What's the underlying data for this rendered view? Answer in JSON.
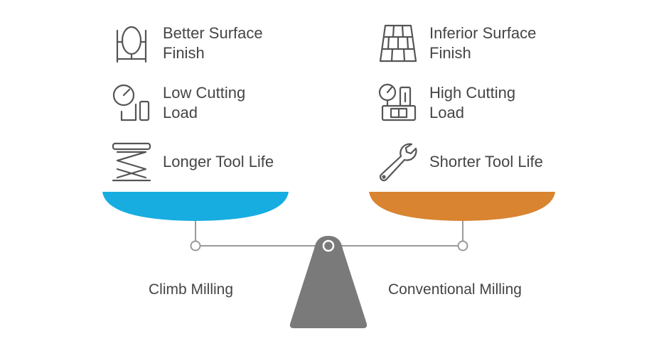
{
  "left": {
    "name": "Climb Milling",
    "color": "#17ade0",
    "items": [
      {
        "icon": "mirror-icon",
        "line1": "Better Surface",
        "line2": "Finish"
      },
      {
        "icon": "gauge-low-load-icon",
        "line1": "Low Cutting",
        "line2": "Load"
      },
      {
        "icon": "scissor-lift-icon",
        "line1": "Longer Tool Life",
        "line2": ""
      }
    ]
  },
  "right": {
    "name": "Conventional Milling",
    "color": "#d98430",
    "items": [
      {
        "icon": "brick-wall-icon",
        "line1": "Inferior Surface",
        "line2": "Finish"
      },
      {
        "icon": "gauge-high-load-icon",
        "line1": "High Cutting",
        "line2": "Load"
      },
      {
        "icon": "wrench-icon",
        "line1": "Shorter Tool Life",
        "line2": ""
      }
    ]
  },
  "colors": {
    "fulcrum": "#7a7a7a",
    "lines": "#9a9a9a",
    "icons": "#555555"
  }
}
